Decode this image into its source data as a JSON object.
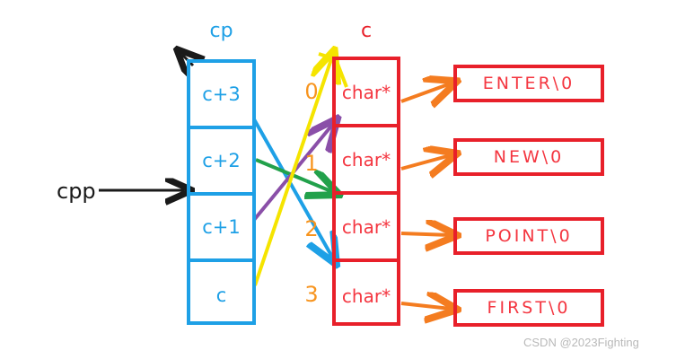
{
  "diagram": {
    "title_cp": "cp",
    "title_c": "c",
    "pointer_label": "cpp",
    "watermark": "CSDN @2023Fighting",
    "colors": {
      "cp_blue": "#1ea0e6",
      "c_red": "#e8202a",
      "index_orange": "#f7941e",
      "arrow_orange": "#f47c20",
      "arrow_green": "#22a14b",
      "arrow_purple": "#8a4fa8",
      "arrow_yellow": "#f5e400",
      "arrow_blue": "#1ea0e6",
      "pointer_black": "#1a1a1a",
      "watermark_gray": "#b9b9b9"
    },
    "cp_array": {
      "name": "cp",
      "cells": [
        {
          "label": "c+3"
        },
        {
          "label": "c+2"
        },
        {
          "label": "c+1"
        },
        {
          "label": "c"
        }
      ]
    },
    "c_array": {
      "name": "c",
      "indices": [
        "0",
        "1",
        "2",
        "3"
      ],
      "cells": [
        {
          "label": "char*"
        },
        {
          "label": "char*"
        },
        {
          "label": "char*"
        },
        {
          "label": "char*"
        }
      ]
    },
    "strings": [
      {
        "text": "ENTER\\0"
      },
      {
        "text": "NEW\\0"
      },
      {
        "text": "POINT\\0"
      },
      {
        "text": "FIRST\\0"
      }
    ]
  }
}
